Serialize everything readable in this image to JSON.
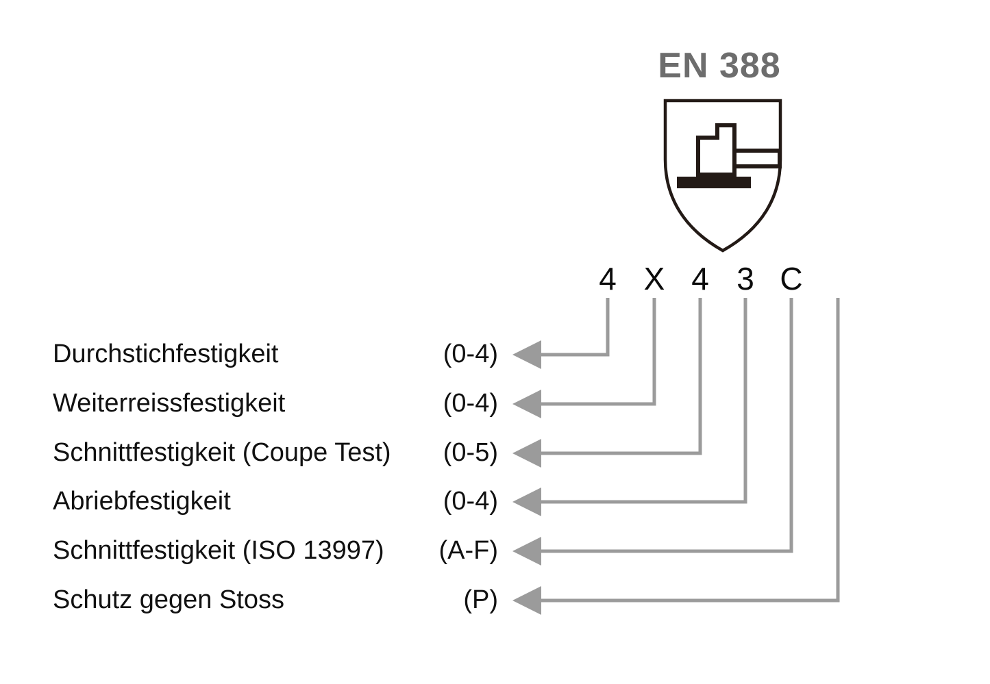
{
  "standard": {
    "title": "EN 388",
    "pictogram_icon": "hammer-shield-icon",
    "title_color": "#6d6d6d"
  },
  "rating_code": {
    "characters": [
      "4",
      "X",
      "4",
      "3",
      "C"
    ]
  },
  "colors": {
    "text": "#111111",
    "leader_line": "#9b9b9b",
    "shield_outline": "#231a16",
    "title_gray": "#6d6d6d"
  },
  "properties": [
    {
      "label": "Durchstichfestigkeit",
      "range": "(0-4)",
      "value": "4"
    },
    {
      "label": "Weiterreissfestigkeit",
      "range": "(0-4)",
      "value": "X"
    },
    {
      "label": "Schnittfestigkeit (Coupe Test)",
      "range": "(0-5)",
      "value": "4"
    },
    {
      "label": "Abriebfestigkeit",
      "range": "(0-4)",
      "value": "3"
    },
    {
      "label": "Schnittfestigkeit (ISO 13997)",
      "range": "(A-F)",
      "value": "C"
    },
    {
      "label": "Schutz gegen Stoss",
      "range": "(P)",
      "value": ""
    }
  ]
}
